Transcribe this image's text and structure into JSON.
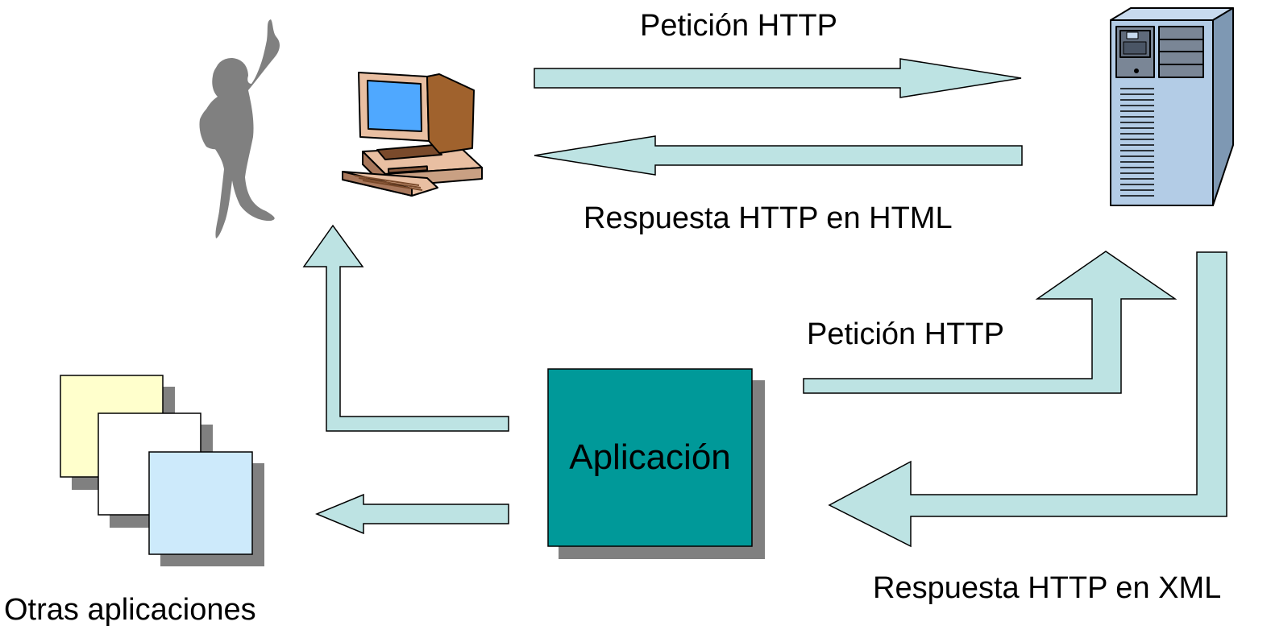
{
  "labels": {
    "top_request": "Petición HTTP",
    "top_response": "Respuesta HTTP en HTML",
    "app_request": "Petición HTTP",
    "app_response": "Respuesta HTTP en XML",
    "application": "Aplicación",
    "other_apps": "Otras aplicaciones"
  },
  "colors": {
    "arrow_fill": "#bde3e3",
    "arrow_stroke": "#000000",
    "application_box": "#009999",
    "shadow": "#808080",
    "page_yellow": "#ffffcc",
    "page_white": "#ffffff",
    "page_blue": "#cdeafb",
    "monitor_screen": "#4fa8ff",
    "computer_body": "#a0622d",
    "server_body": "#b3cce6",
    "person": "#808080"
  },
  "icons": {
    "person": "person-pointing-up-icon",
    "computer": "desktop-computer-icon",
    "server": "server-tower-icon",
    "pages": "stacked-pages-icon"
  }
}
